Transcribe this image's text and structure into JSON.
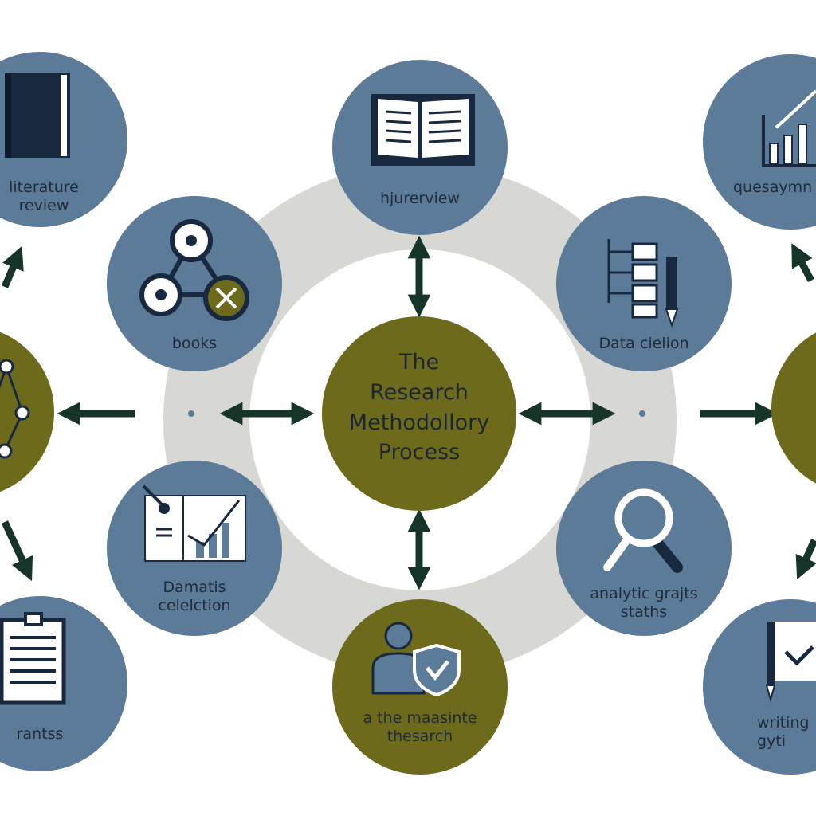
{
  "center": {
    "label": "The\nResearch\nMethodollory\nProcess"
  },
  "nodes": {
    "top": {
      "label": "hjurerview",
      "icon": "open-book-icon"
    },
    "upper_left": {
      "label": "books",
      "icon": "network-nodes-icon"
    },
    "upper_right": {
      "label": "Data cielion",
      "icon": "flowchart-pen-icon"
    },
    "lower_left": {
      "label": "Damatis\ncelelction",
      "icon": "chart-board-icon"
    },
    "lower_right": {
      "label": "analytic grajts\nstaths",
      "icon": "magnifier-icon"
    },
    "bottom": {
      "label": "a the maasinte\nthesarch",
      "icon": "person-shield-icon"
    },
    "outer_top_left": {
      "label": "literature\nreview",
      "icon": "notebook-icon"
    },
    "outer_top_right": {
      "label": "quesaymn",
      "icon": "growth-chart-icon"
    },
    "outer_mid_left": {
      "icon": "molecule-network-icon"
    },
    "outer_bottom_left": {
      "label": "rantss",
      "icon": "clipboard-icon"
    },
    "outer_bottom_right": {
      "label": "writing\ngyti",
      "icon": "checklist-pen-icon"
    }
  },
  "colors": {
    "slate": "#5c7b98",
    "olive": "#6d6a1c",
    "ring": "#d7d8d4",
    "arrow": "#163528",
    "navy": "#17283f"
  }
}
